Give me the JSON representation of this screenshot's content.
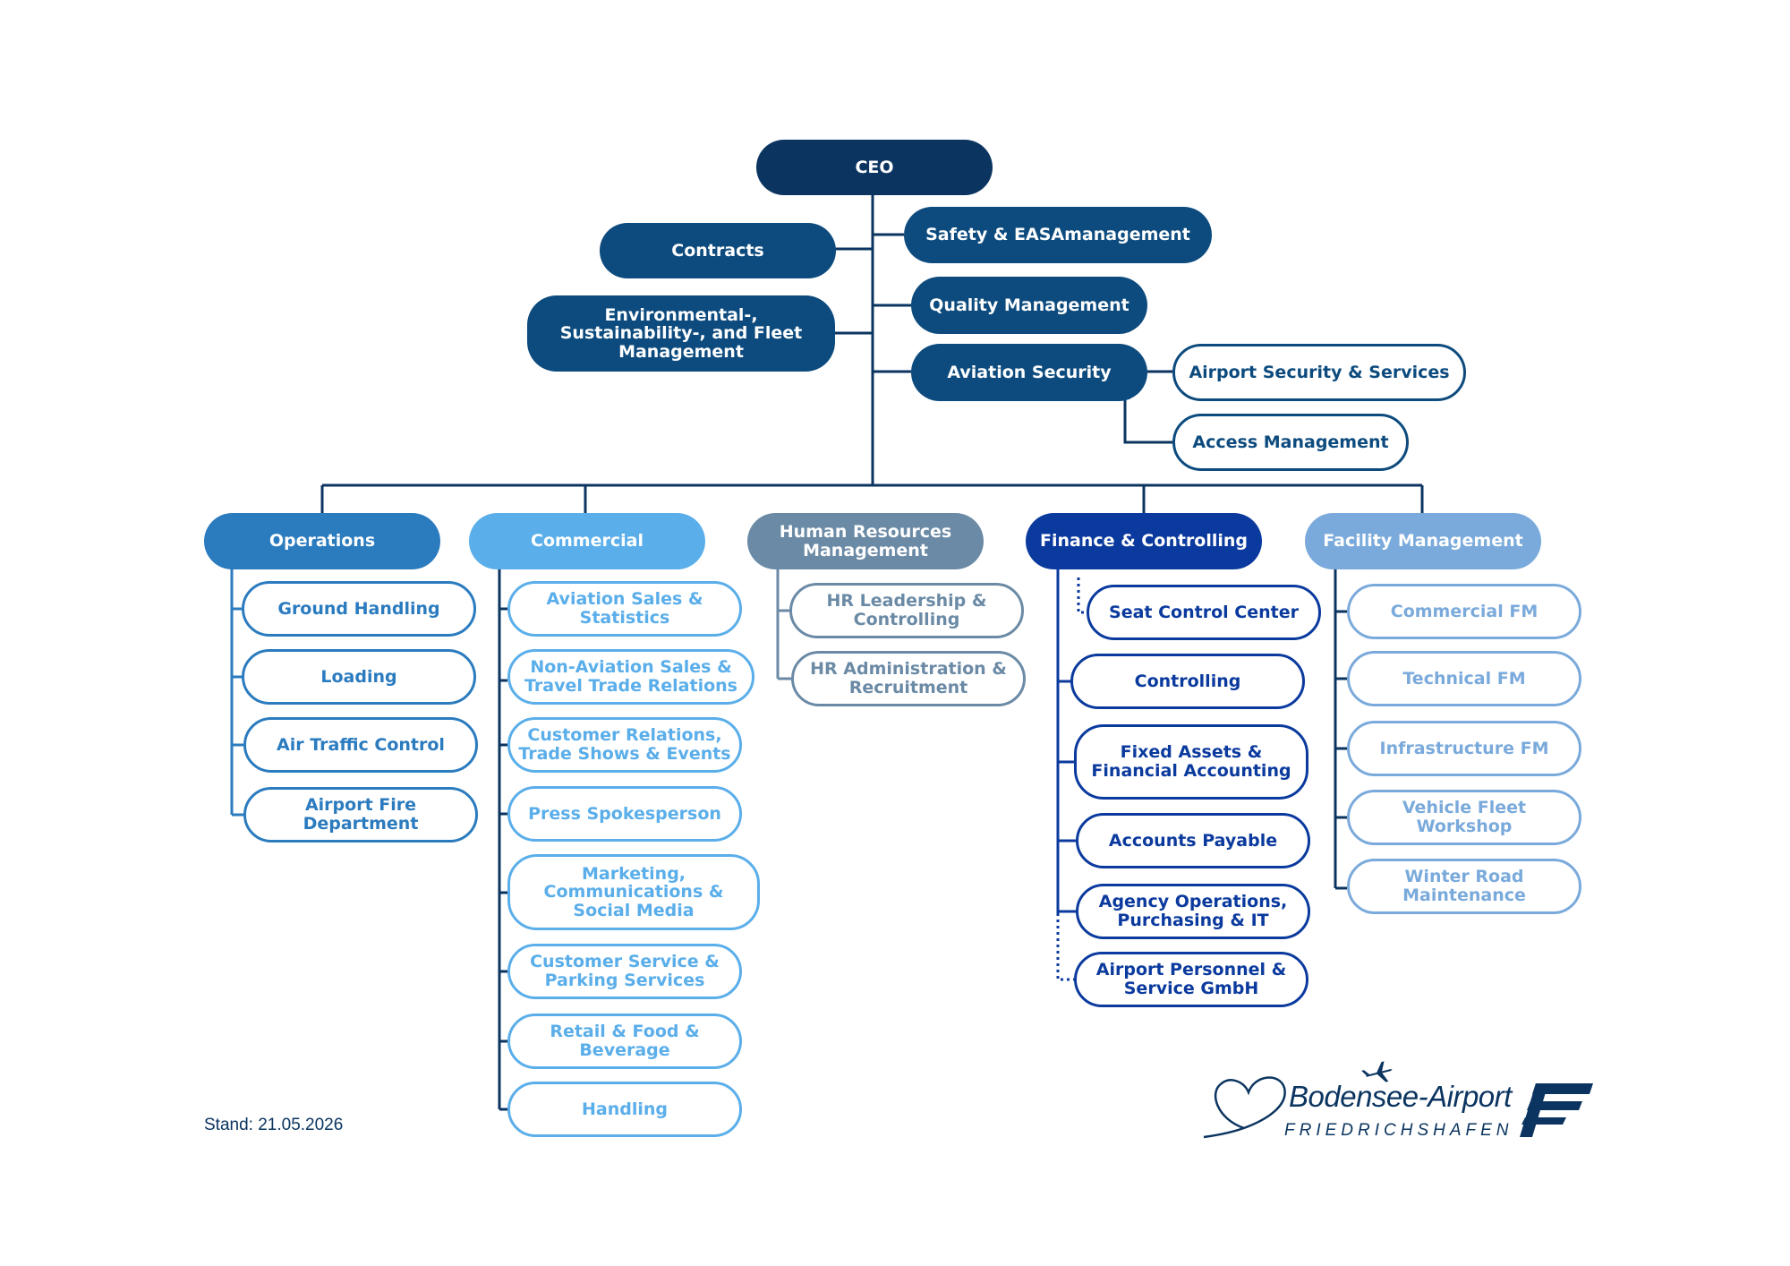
{
  "org": {
    "ceo": "CEO",
    "staff_left": [
      "Contracts",
      "Environmental-, Sustainability-, and Fleet Management"
    ],
    "staff_right": [
      "Safety & EASAmanagement",
      "Quality Management",
      "Aviation Security"
    ],
    "aviation_security_units": [
      "Airport Security & Services",
      "Access Management"
    ],
    "divisions": {
      "operations": {
        "title": "Operations",
        "units": [
          "Ground Handling",
          "Loading",
          "Air Traffic Control",
          "Airport Fire Department"
        ]
      },
      "commercial": {
        "title": "Commercial",
        "units": [
          "Aviation Sales & Statistics",
          "Non-Aviation Sales & Travel Trade Relations",
          "Customer Relations, Trade Shows & Events",
          "Press Spokesperson",
          "Marketing, Communications & Social Media",
          "Customer Service & Parking Services",
          "Retail & Food & Beverage",
          "Handling"
        ]
      },
      "hr": {
        "title": "Human Resources Management",
        "units": [
          "HR Leadership & Controlling",
          "HR Administration & Recruitment"
        ]
      },
      "finance": {
        "title": "Finance & Controlling",
        "units": [
          "Seat Control Center",
          "Controlling",
          "Fixed Assets & Financial Accounting",
          "Accounts Payable",
          "Agency Operations, Purchasing & IT",
          "Airport Personnel & Service GmbH"
        ]
      },
      "facility": {
        "title": "Facility Management",
        "units": [
          "Commercial FM",
          "Technical FM",
          "Infrastructure FM",
          "Vehicle Fleet Workshop",
          "Winter Road Maintenance"
        ]
      }
    }
  },
  "footer": {
    "stand": "Stand: 21.05.2026",
    "logo_main": "Bodensee-Airport",
    "logo_sub": "FRIEDRICHSHAFEN"
  },
  "colors": {
    "ceo": "#0b3560",
    "board": "#0d4b7e",
    "operations": "#2b7bbf",
    "commercial": "#5aaeea",
    "hr": "#6b8aa5",
    "finance": "#0b3a9e",
    "facility": "#7aaadb"
  }
}
